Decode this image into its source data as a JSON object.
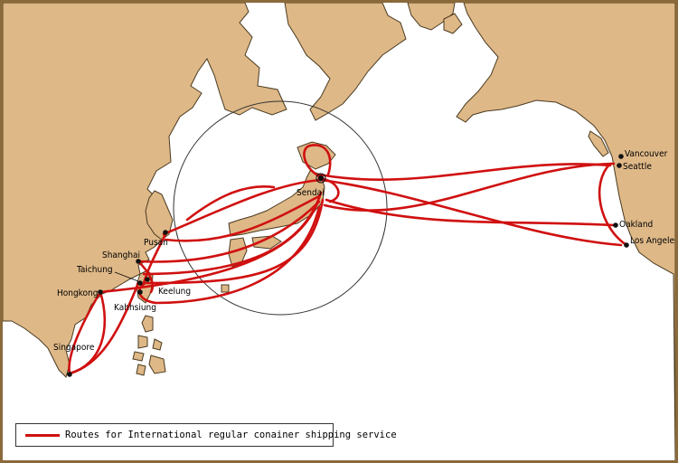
{
  "colors": {
    "land": "#deb887",
    "sea": "#ffffff",
    "route": "#d01010",
    "border": "#8a6a3a"
  },
  "legend": {
    "label": "Routes for International regular conainer shipping service"
  },
  "ports": {
    "sendai": "Sendai",
    "pusan": "Pusan",
    "shanghai": "Shanghai",
    "taichung": "Taichung",
    "hongkong": "Hongkong",
    "keelung": "Keelung",
    "kaohsiung": "Kahhsiung",
    "singapore": "Singapore",
    "vancouver": "Vancouver",
    "seattle": "Seattle",
    "oakland": "Oakland",
    "los_angeles": "Los Angeles"
  }
}
